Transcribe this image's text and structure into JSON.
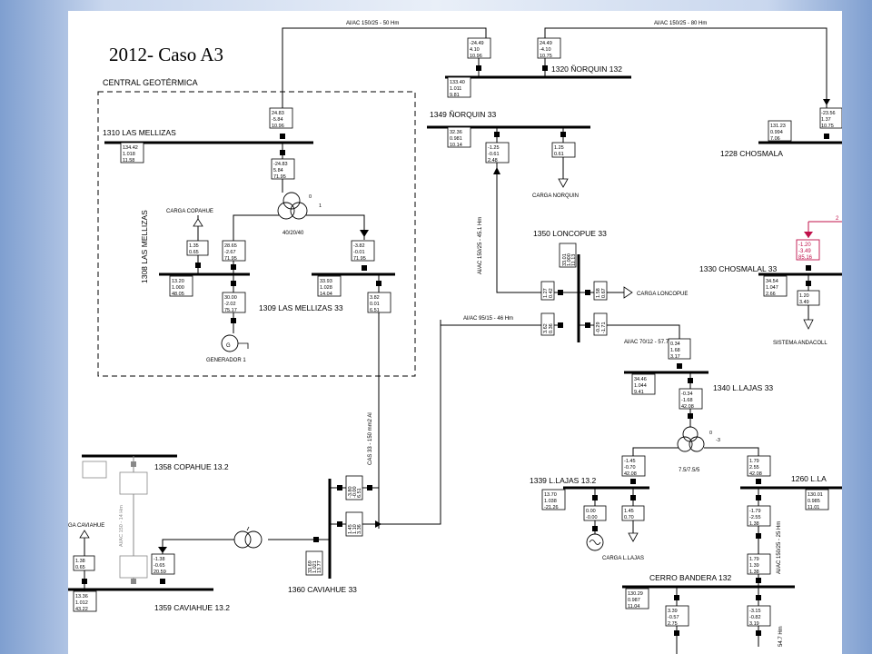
{
  "title": "2012- Caso A3",
  "region_label": "CENTRAL GEOTÉRMICA",
  "buses": {
    "b1310": "1310 LAS MELLIZAS",
    "b1308": "1308 LAS MELLIZAS",
    "b1309": "1309 LAS MELLIZAS 33",
    "b1320": "1320 ÑORQUIN 132",
    "b1349": "1349 ÑORQUIN 33",
    "b1228": "1228 CHOSMALA",
    "b1350": "1350 LONCOPUE 33",
    "b1330": "1330 CHOSMALAL 33",
    "b1340": "1340 L.LAJAS 33",
    "b1339": "1339 L.LAJAS 13.2",
    "b1260": "1260 L.LA",
    "b1358": "1358 COPAHUE 13.2",
    "b1359": "1359 CAVIAHUE 13.2",
    "b1360": "1360 CAVIAHUE 33",
    "bCB": "CERRO BANDERA 132"
  },
  "lines": {
    "l1": "Al/AC 150/25 - 50 Hm",
    "l2": "Al/AC 150/25 - 80 Hm",
    "l3": "Al/AC 150/25 - 45.1 Hm",
    "l4": "Al/AC 95/15 - 46 Hm",
    "l5": "Al/AC 70/12 - 57.7 Hm",
    "l6": "CAS 33 - 150 mm2 Al",
    "l7": "Al/AC 150/25 - 25 Hm",
    "l8": "Al/AC 150 - 14 Hm",
    "l9": "54.7 Hm"
  },
  "loads": {
    "copahue": "CARGA COPAHUE",
    "norquin": "CARGA NORQUIN",
    "loncopue": "CARGA LONCOPUE",
    "lajas": "CARGA L.LAJAS",
    "andacollo": "SISTEMA ANDACOLL",
    "caviahue": "GA CAVIAHUE"
  },
  "gen_label": "GENERADOR 1",
  "trafo_ratio": "40/20/40",
  "trafo_ratio2": "7.5/7.5/5",
  "trafo_idx": "1",
  "trafo_idx2": "-3",
  "trafo_zero": "0",
  "red_marker": "2",
  "meters": {
    "m1": [
      "-24.49",
      "4.10",
      "10.96"
    ],
    "m2": [
      "24.49",
      "-4.10",
      "10.75"
    ],
    "m3": [
      "133.40",
      "1.011",
      "9.81"
    ],
    "m4": [
      "32.36",
      "0.981",
      "10.14"
    ],
    "m5": [
      "-1.25",
      "-0.61",
      "2.48"
    ],
    "m6": [
      "1.25",
      "0.61"
    ],
    "m7": [
      "24.83",
      "-5.84",
      "10.96"
    ],
    "m8": [
      "134.42",
      "1.018",
      "11.58"
    ],
    "m9": [
      "-24.83",
      "5.84",
      "71.95"
    ],
    "m10": [
      "1.35",
      "0.65"
    ],
    "m11": [
      "28.65",
      "-2.67",
      "71.95"
    ],
    "m12": [
      "-3.82",
      "-0.01",
      "71.95"
    ],
    "m13": [
      "13.20",
      "1.000",
      "48.05"
    ],
    "m14": [
      "33.93",
      "1.028",
      "14.04"
    ],
    "m15": [
      "30.00",
      "-2.02",
      "75.17"
    ],
    "m16": [
      "3.82",
      "0.01",
      "6.51"
    ],
    "m17": [
      "-23.56",
      "1.37",
      "10.75"
    ],
    "m18": [
      "131.23",
      "0.994",
      "7.06"
    ],
    "m19": [
      "-1.20",
      "-3.49",
      "85.16"
    ],
    "m20": [
      "34.54",
      "1.047",
      "2.66"
    ],
    "m21": [
      "1.20",
      "3.49"
    ],
    "m22": [
      "33.01",
      "1.000",
      "11.13"
    ],
    "m23": [
      "1.27",
      "0.42"
    ],
    "m24": [
      "1.58",
      "0.67"
    ],
    "m25": [
      "3.62",
      "0.36"
    ],
    "m26": [
      "-0.29",
      "-1.71"
    ],
    "m27": [
      "0.34",
      "1.68",
      "3.17"
    ],
    "m28": [
      "34.46",
      "1.044",
      "9.41"
    ],
    "m29": [
      "-0.34",
      "-1.68",
      "42.08"
    ],
    "m30": [
      "-1.45",
      "-0.70",
      "42.08"
    ],
    "m31": [
      "1.79",
      "2.55",
      "42.08"
    ],
    "m32": [
      "13.70",
      "1.038",
      "-21.26"
    ],
    "m33": [
      "0.00",
      "-0.00"
    ],
    "m34": [
      "1.45",
      "0.70"
    ],
    "m35": [
      "130.01",
      "0.985",
      "11.01"
    ],
    "m36": [
      "-1.79",
      "-2.55",
      "1.38"
    ],
    "m37": [
      "1.79",
      "1.39",
      "1.38"
    ],
    "m38": [
      "130.29",
      "0.987",
      "11.04"
    ],
    "m39": [
      "3.39",
      "-0.57",
      "2.75"
    ],
    "m40": [
      "-3.15",
      "-0.82",
      "3.19"
    ],
    "m41": [
      "-3.80",
      "-0.00",
      "6.51"
    ],
    "m42": [
      "1.45",
      "1.10",
      "3.36"
    ],
    "m43": [
      "33.69",
      "1.021",
      "13.77"
    ],
    "m44": [
      "1.38",
      "0.65"
    ],
    "m45": [
      "-1.38",
      "-0.65",
      "20.59"
    ],
    "m46": [
      "13.36",
      "1.012",
      "43.22"
    ]
  },
  "colors": {
    "accent_red": "#c0104a",
    "line": "#000000",
    "grey_feeder": "#888888"
  }
}
